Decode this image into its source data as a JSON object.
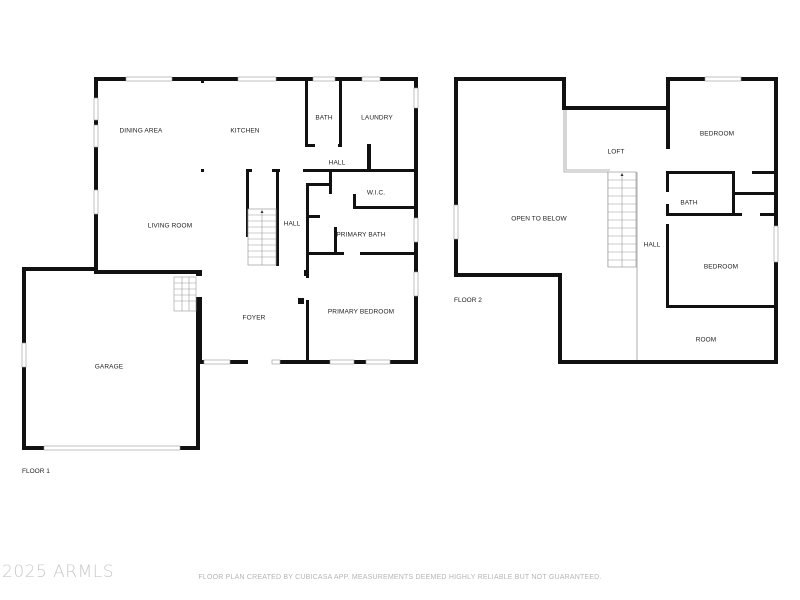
{
  "floor1": {
    "label": "FLOOR 1",
    "rooms": {
      "dining": "DINING AREA",
      "kitchen": "KITCHEN",
      "bath": "BATH",
      "laundry": "LAUNDRY",
      "hall_upper": "HALL",
      "wic": "W.I.C.",
      "living": "LIVING ROOM",
      "hall_stair": "HALL",
      "primary_bath": "PRIMARY BATH",
      "foyer": "FOYER",
      "primary_bedroom": "PRIMARY BEDROOM",
      "garage": "GARAGE"
    }
  },
  "floor2": {
    "label": "FLOOR 2",
    "rooms": {
      "loft": "LOFT",
      "bedroom1": "BEDROOM",
      "open_to_below": "OPEN TO BELOW",
      "bath": "BATH",
      "hall": "HALL",
      "bedroom2": "BEDROOM",
      "room": "ROOM"
    }
  },
  "footer": {
    "watermark": "2025 ARMLS",
    "disclaimer": "FLOOR PLAN CREATED BY CUBICASA APP. MEASUREMENTS DEEMED HIGHLY RELIABLE BUT NOT GUARANTEED."
  },
  "colors": {
    "wall": "#111111",
    "window": "#9a9a9a",
    "background": "#ffffff"
  }
}
